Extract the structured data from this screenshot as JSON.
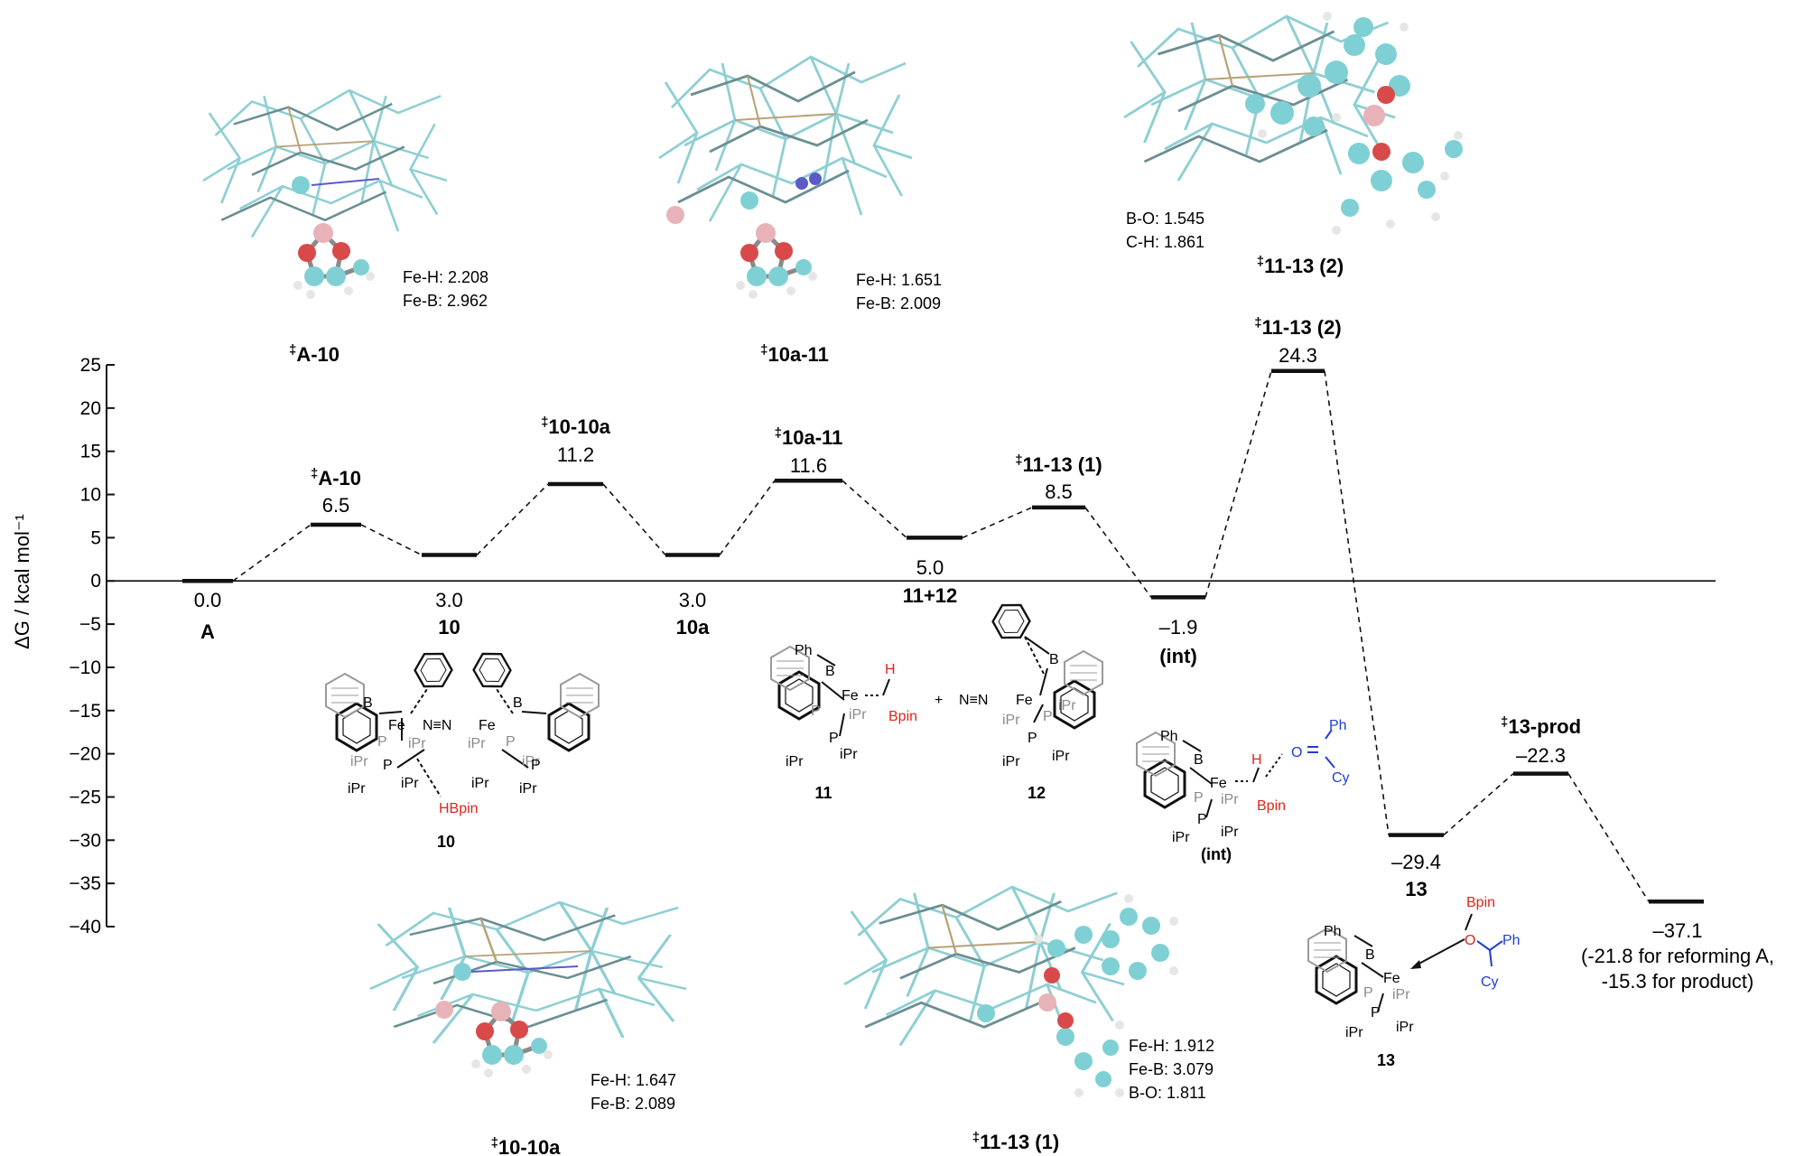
{
  "chart_data": {
    "type": "line",
    "ylabel": "ΔG / kcal mol⁻¹",
    "ylim": [
      -40,
      25
    ],
    "yticks": [
      25,
      20,
      15,
      10,
      5,
      0,
      -5,
      -10,
      -15,
      -20,
      -25,
      -30,
      -35,
      -40
    ],
    "ytick_labels": [
      "25",
      "20",
      "15",
      "10",
      "5",
      "0",
      "−5",
      "−10",
      "−15",
      "−20",
      "−25",
      "−30",
      "−35",
      "−40"
    ],
    "states": [
      {
        "id": "A",
        "value": 0.0,
        "value_label": "0.0",
        "name": "A",
        "ts": false
      },
      {
        "id": "TS-A-10",
        "value": 6.5,
        "value_label": "6.5",
        "name": "A-10",
        "ts": true
      },
      {
        "id": "10",
        "value": 3.0,
        "value_label": "3.0",
        "name": "10",
        "ts": false
      },
      {
        "id": "TS-10-10a",
        "value": 11.2,
        "value_label": "11.2",
        "name": "10-10a",
        "ts": true
      },
      {
        "id": "10a",
        "value": 3.0,
        "value_label": "3.0",
        "name": "10a",
        "ts": false
      },
      {
        "id": "TS-10a-11",
        "value": 11.6,
        "value_label": "11.6",
        "name": "10a-11",
        "ts": true
      },
      {
        "id": "11+12",
        "value": 5.0,
        "value_label": "5.0",
        "name": "11+12",
        "ts": false
      },
      {
        "id": "TS-11-13-1",
        "value": 8.5,
        "value_label": "8.5",
        "name": "11-13 (1)",
        "ts": true
      },
      {
        "id": "int",
        "value": -1.9,
        "value_label": "–1.9",
        "name": "(int)",
        "ts": false
      },
      {
        "id": "TS-11-13-2",
        "value": 24.3,
        "value_label": "24.3",
        "name": "11-13 (2)",
        "ts": true
      },
      {
        "id": "13",
        "value": -29.4,
        "value_label": "–29.4",
        "name": "13",
        "ts": false
      },
      {
        "id": "TS-13-prod",
        "value": -22.3,
        "value_label": "–22.3",
        "name": "13-prod",
        "ts": true
      },
      {
        "id": "prod",
        "value": -37.1,
        "value_label": "–37.1",
        "name": "",
        "ts": false
      }
    ],
    "annotations": {
      "ts_mark": "‡",
      "prod_note_1": "(-21.8 for reforming A,",
      "prod_note_2": "-15.3 for product)"
    }
  },
  "ts_structures": {
    "a10": {
      "title": "A-10",
      "geo": [
        "Fe-H: 2.208",
        "Fe-B: 2.962"
      ]
    },
    "t10a11": {
      "title": "10a-11",
      "geo": [
        "Fe-H: 1.651",
        "Fe-B: 2.009"
      ]
    },
    "t1113_2": {
      "title": "11-13 (2)",
      "geo": [
        "B-O: 1.545",
        "C-H: 1.861"
      ]
    },
    "t1010a": {
      "title": "10-10a",
      "geo": [
        "Fe-H: 1.647",
        "Fe-B: 2.089"
      ]
    },
    "t1113_1": {
      "title": "11-13 (1)",
      "geo": [
        "Fe-H: 1.912",
        "Fe-B: 3.079",
        "B-O: 1.811"
      ]
    }
  },
  "schemes": {
    "s10": {
      "label": "10",
      "Fe": "Fe",
      "Fe2": "Fe",
      "B": "B",
      "N2": "N≡N",
      "P": "P",
      "iPr": "iPr",
      "hbpin": "HBpin"
    },
    "s11": {
      "label": "11",
      "Ph": "Ph",
      "B": "B",
      "Fe": "Fe",
      "P": "P",
      "iPr": "iPr",
      "H": "H",
      "Bpin": "Bpin",
      "plus": "+"
    },
    "s12": {
      "label": "12",
      "B": "B",
      "Fe": "Fe",
      "P": "P",
      "iPr": "iPr",
      "N2": "N≡N"
    },
    "sint": {
      "label": "(int)",
      "Ph": "Ph",
      "B": "B",
      "Fe": "Fe",
      "P": "P",
      "iPr": "iPr",
      "H": "H",
      "Bpin": "Bpin",
      "O": "O",
      "Cy": "Cy"
    },
    "s13": {
      "label": "13",
      "Ph": "Ph",
      "B": "B",
      "Fe": "Fe",
      "P": "P",
      "iPr": "iPr",
      "O": "O",
      "Bpin": "Bpin",
      "Cy": "Cy"
    }
  },
  "colors": {
    "line": "#111111",
    "red": "#e0241b",
    "blue": "#1f3fd6",
    "teal": "#7fd0d4",
    "pink": "#e8b3b8",
    "oxygen": "#d84a4a",
    "nitrogen": "#5b5bc7"
  }
}
